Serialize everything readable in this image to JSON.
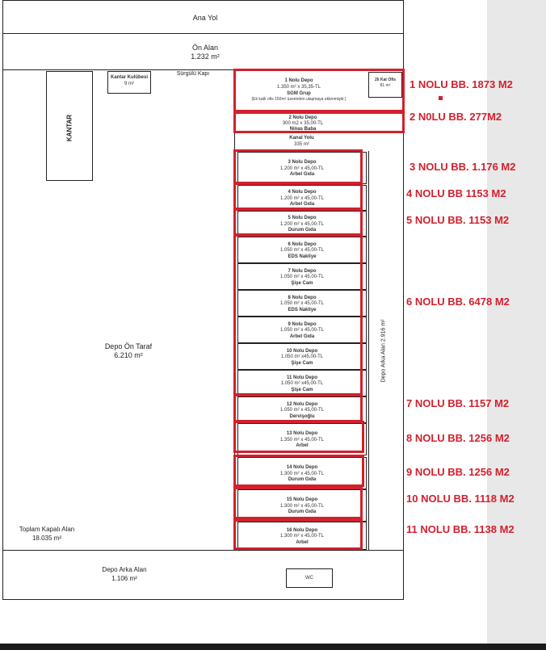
{
  "plan": {
    "ana_yol": "Ana Yol",
    "on_alan": {
      "name": "Ön Alan",
      "area": "1.232 m²"
    },
    "kantar_kulubesi": {
      "name": "Kantar Kulübesi",
      "area": "9 m²"
    },
    "surgulu_kapi": "Sürgülü Kapı",
    "kantar": "KANTAR",
    "iki_kat_ofis": {
      "name": "2li Kat Ofis",
      "area": "81 m²"
    },
    "kanal_yolu": {
      "name": "Kanal Yolu",
      "area": "335 m²"
    },
    "depo_on_taraf": {
      "name": "Depo  Ön Taraf",
      "area": "6.210 m²"
    },
    "depo_arka_alan_side": "Depo Arka Alan 2.916 m²",
    "toplam_kapali_alan": {
      "name": "Toplam Kapalı Alan",
      "area": "18.035  m²"
    },
    "depo_arka_alan": {
      "name": "Depo Arka Alan",
      "area": "1.106 m²"
    },
    "wc": "WC",
    "depots": [
      {
        "title": "1 Nolu Depo",
        "detail": "1.350 m² x 35,35-TL",
        "tenant": "SGM Grup",
        "note": "(Ek katlı ofis 150m² üzerinden ulaşmaya eklenmiştir.)"
      },
      {
        "title": "2 Nolu Depo",
        "detail": "300 m2 x 35,00-TL",
        "tenant": "Ninas Baba"
      },
      {
        "title": "3 Nolu Depo",
        "detail": "1.200 m² x 45,00-TL",
        "tenant": "Arbel Gıda"
      },
      {
        "title": "4 Nolu Depo",
        "detail": "1.200 m² x 45,00-TL",
        "tenant": "Arbel Gıda"
      },
      {
        "title": "5 Nolu Depo",
        "detail": "1.200 m² x 45,00-TL",
        "tenant": "Durum Gıda"
      },
      {
        "title": "6 Nolu Depo",
        "detail": "1.050 m² x 45,00-TL",
        "tenant": "EDS Nakliye"
      },
      {
        "title": "7 Nolu Depo",
        "detail": "1.050 m² x 45,00-TL",
        "tenant": "Şişe Cam"
      },
      {
        "title": "8 Nolu Depo",
        "detail": "1.050 m² x 45,00-TL",
        "tenant": "EDS Nakliye"
      },
      {
        "title": "9 Nolu Depo",
        "detail": "1.050 m² x 45,00-TL",
        "tenant": "Arbel Gıda"
      },
      {
        "title": "10 Nolu Depo",
        "detail": "1.050 m² x45,00-TL",
        "tenant": "Şişe Cam"
      },
      {
        "title": "11 Nolu Depo",
        "detail": "1.050 m² x45,00-TL",
        "tenant": "Şişe Cam"
      },
      {
        "title": "12 Nolu Depo",
        "detail": "1.050 m² x 45,00-TL",
        "tenant": "Dervişoğlu"
      },
      {
        "title": "13 Nolu Depo",
        "detail": "1.350 m² x 45,00-TL",
        "tenant": "Arbel"
      },
      {
        "title": "14 Nolu Depo",
        "detail": "1.300 m² x 45,00-TL",
        "tenant": "Durum Gıda"
      },
      {
        "title": "15 Nolu Depo",
        "detail": "1.300 m² x 45,00-TL",
        "tenant": "Durum Gıda"
      },
      {
        "title": "16 Nolu Depo",
        "detail": "1.300 m² x 45,00-TL",
        "tenant": "Arbel"
      }
    ]
  },
  "annotations": [
    "1 NOLU BB. 1873 M2",
    "2 N0LU BB. 277M2",
    "3 NOLU BB. 1.176 M2",
    "4 NOLU BB 1153 M2",
    "5 NOLU BB. 1153 M2",
    "6 NOLU BB. 6478 M2",
    "7 NOLU BB. 1157 M2",
    "8 NOLU BB. 1256 M2",
    "9 NOLU BB. 1256 M2",
    "10 NOLU BB. 1118 M2",
    "11 NOLU BB. 1138 M2"
  ],
  "colors": {
    "annotation": "#d3202d",
    "line": "#222222"
  }
}
